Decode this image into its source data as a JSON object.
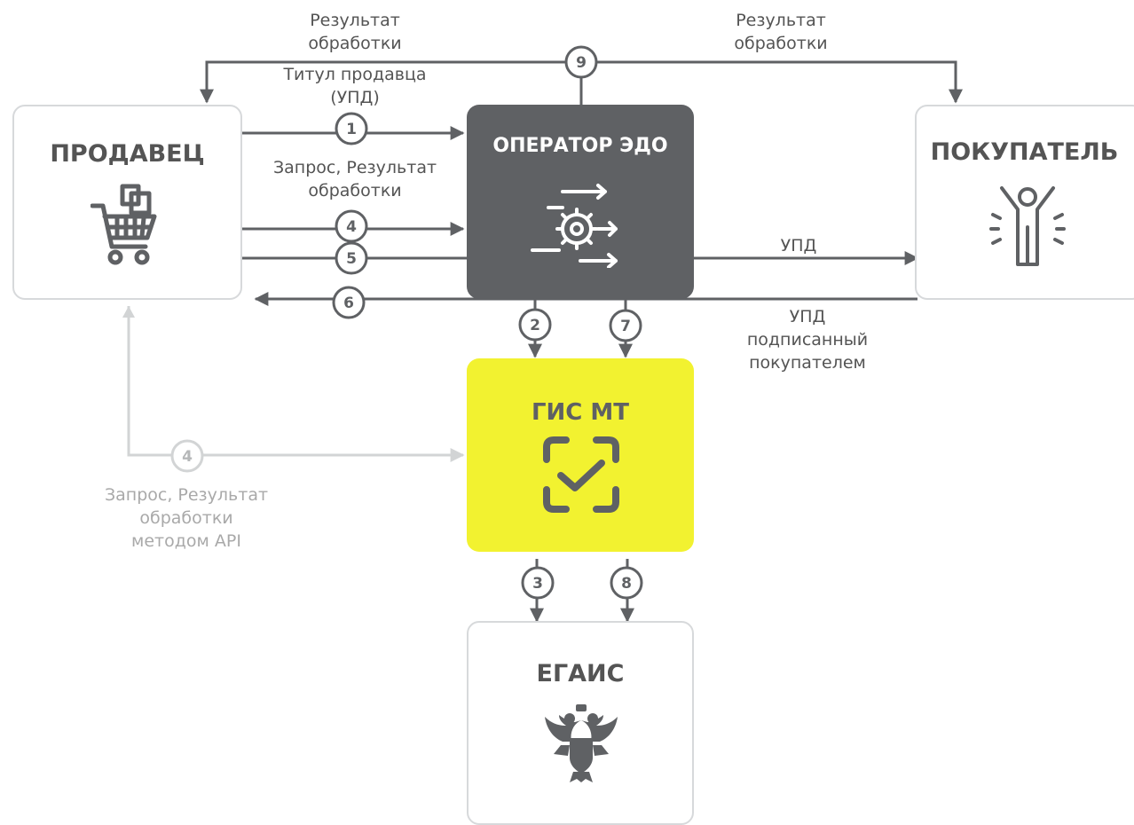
{
  "nodes": {
    "seller": {
      "title": "ПРОДАВЕЦ",
      "icon": "shopping-cart-icon"
    },
    "operator": {
      "title": "ОПЕРАТОР ЭДО",
      "icon": "gear-process-icon"
    },
    "buyer": {
      "title": "ПОКУПАТЕЛЬ",
      "icon": "person-icon"
    },
    "gis": {
      "title": "ГИС МТ",
      "icon": "scan-check-icon"
    },
    "egais": {
      "title": "ЕГАИС",
      "icon": "coat-of-arms-icon"
    }
  },
  "steps": {
    "s1": "1",
    "s2": "2",
    "s3": "3",
    "s4": "4",
    "s5": "5",
    "s6": "6",
    "s7": "7",
    "s8": "8",
    "s9": "9",
    "s4_api": "4"
  },
  "labels": {
    "result_left": [
      "Результат",
      "обработки"
    ],
    "result_right": [
      "Результат",
      "обработки"
    ],
    "seller_title_upd": [
      "Титул продавца",
      "(УПД)"
    ],
    "request_result": [
      "Запрос, Результат",
      "обработки"
    ],
    "upd_to_buyer": "УПД",
    "upd_signed": [
      "УПД",
      "подписанный",
      "покупателем"
    ],
    "api_request": [
      "Запрос, Результат",
      "обработки",
      "методом API"
    ]
  },
  "colors": {
    "dark_box": "#5f6164",
    "yellow_box": "#f2f230",
    "arrow": "#5f6164",
    "arrow_light": "#cfd1d2",
    "box_border": "#d7d9db"
  }
}
